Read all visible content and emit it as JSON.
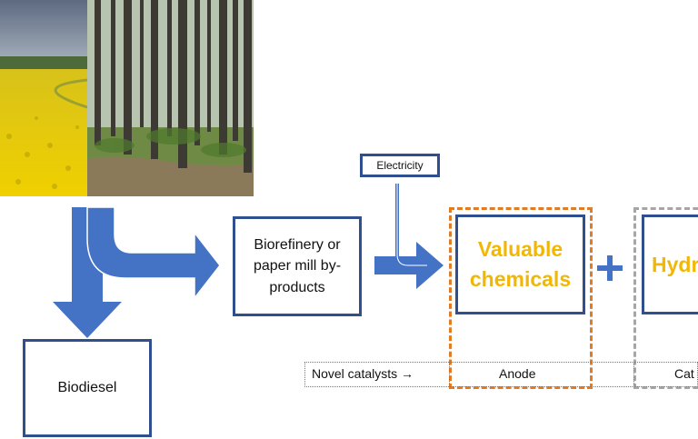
{
  "photos": {
    "canola_field": "rapeseed-field-photo",
    "forest": "forest-photo"
  },
  "boxes": {
    "biodiesel": "Biodiesel",
    "biorefinery": "Biorefinery or paper mill by-products",
    "electricity": "Electricity",
    "valuable_chemicals": "Valuable chemicals",
    "hydrogen_partial": "Hydr"
  },
  "plus_sign": "+",
  "bottom_row": {
    "novel_catalysts": "Novel catalysts →",
    "anode": "Anode",
    "cathode_partial": "Cat"
  },
  "colors": {
    "arrow_blue": "#4472c4",
    "box_border": "#2f4f8f",
    "highlight_text": "#f2b705",
    "anode_dash": "#e07b26",
    "cathode_dash": "#a6a6a6"
  }
}
